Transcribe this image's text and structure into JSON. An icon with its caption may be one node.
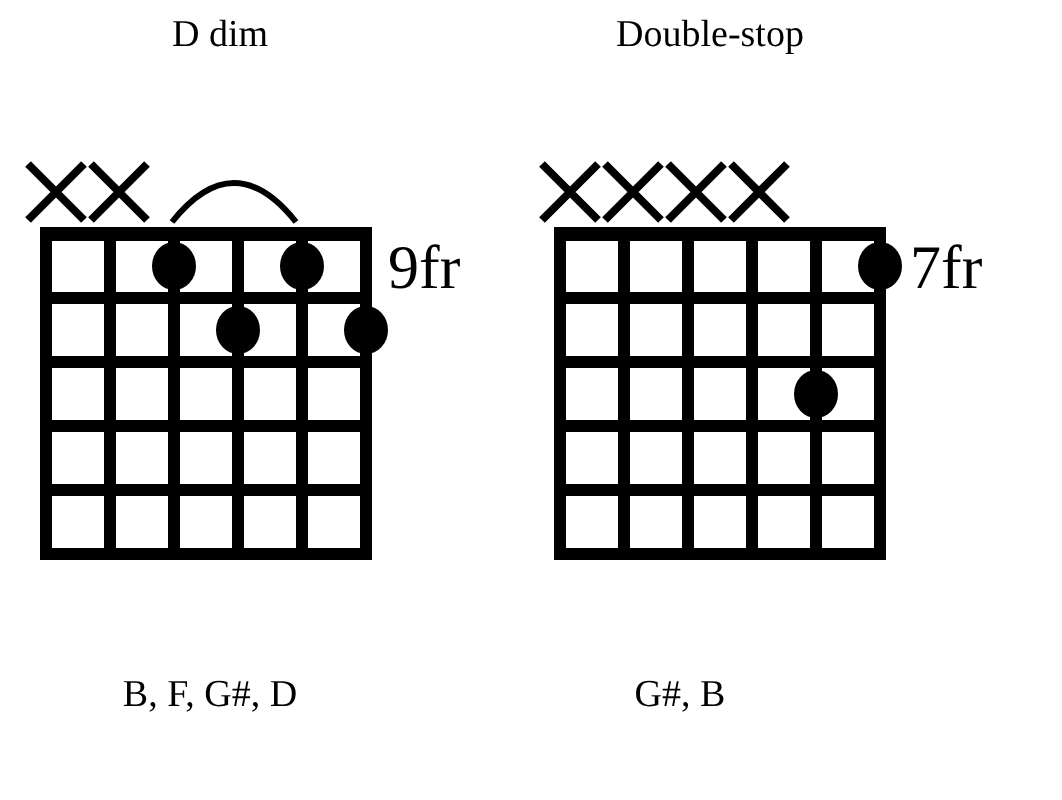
{
  "diagram": {
    "labels": [
      "D dim",
      "Double-stop",
      "9fr",
      "7fr",
      "B, F, G#, D",
      "G#, B"
    ]
  }
}
